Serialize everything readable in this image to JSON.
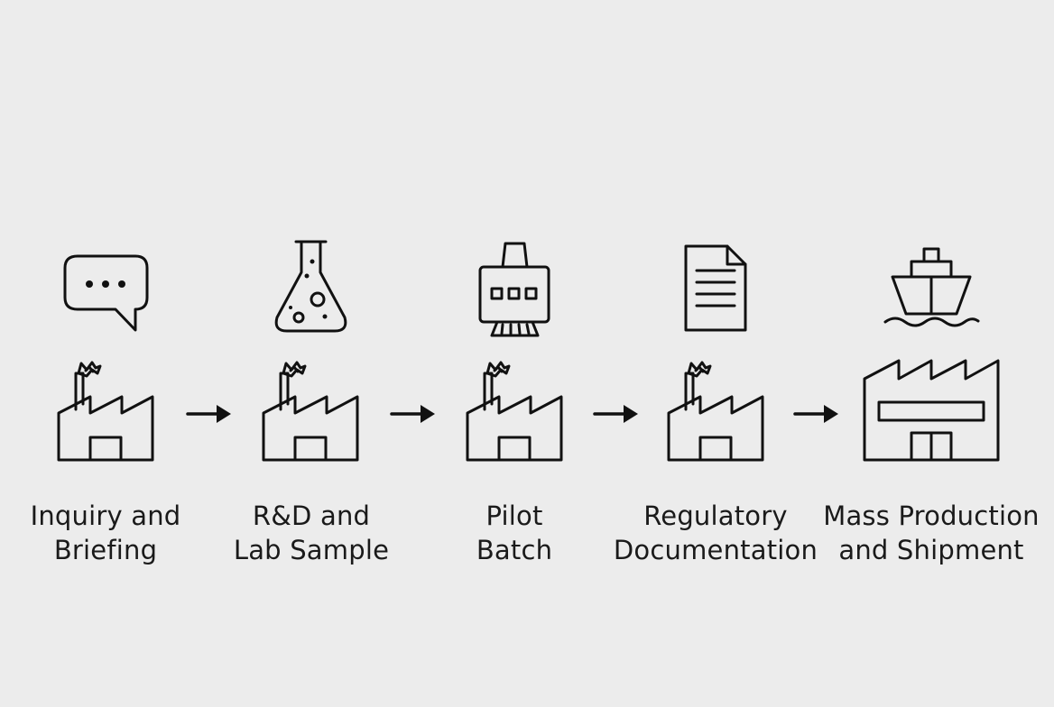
{
  "colors": {
    "background": "#ececec",
    "stroke": "#111111"
  },
  "steps": [
    {
      "id": "inquiry",
      "top_icon": "speech-bubble-icon",
      "bottom_icon": "factory-icon",
      "label_lines": [
        "Inquiry and",
        "Briefing"
      ]
    },
    {
      "id": "rnd",
      "top_icon": "flask-icon",
      "bottom_icon": "factory-icon",
      "label_lines": [
        "R&D and",
        "Lab Sample"
      ]
    },
    {
      "id": "pilot",
      "top_icon": "machine-icon",
      "bottom_icon": "factory-icon",
      "label_lines": [
        "Pilot",
        "Batch"
      ]
    },
    {
      "id": "regulatory",
      "top_icon": "document-icon",
      "bottom_icon": "factory-icon",
      "label_lines": [
        "Regulatory",
        "Documentation"
      ]
    },
    {
      "id": "mass",
      "top_icon": "ship-icon",
      "bottom_icon": "large-factory-icon",
      "label_lines": [
        "Mass Production",
        "and Shipment"
      ]
    }
  ],
  "connectors": [
    {
      "from": "inquiry",
      "to": "rnd",
      "icon": "arrow-right-icon"
    },
    {
      "from": "rnd",
      "to": "pilot",
      "icon": "arrow-right-icon"
    },
    {
      "from": "pilot",
      "to": "regulatory",
      "icon": "arrow-right-icon"
    },
    {
      "from": "regulatory",
      "to": "mass",
      "icon": "arrow-right-icon"
    }
  ]
}
